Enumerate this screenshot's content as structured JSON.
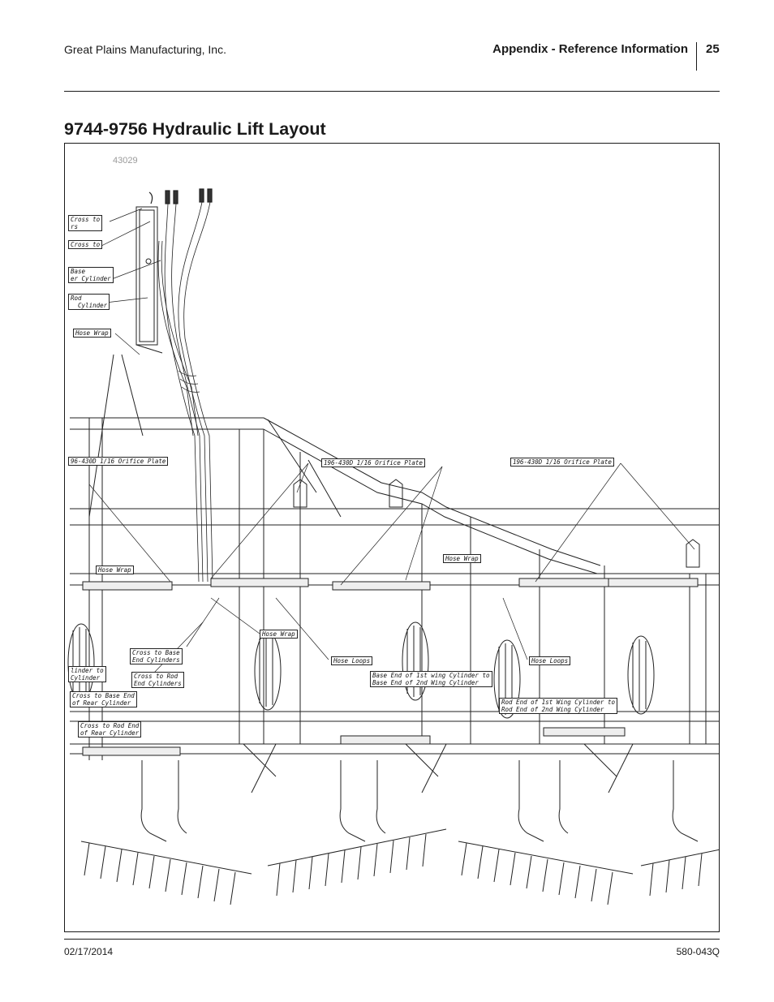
{
  "header": {
    "company": "Great Plains Manufacturing, Inc.",
    "section": "Appendix - Reference Information",
    "page_number": "25"
  },
  "title": "9744-9756 Hydraulic Lift Layout",
  "figure": {
    "figure_id": "43029",
    "callouts": {
      "c1": "Cross to\nrs",
      "c2": "Cross to",
      "c3": "Base\ner Cylinder",
      "c4": "Rod\n  Cylinder",
      "c5": "Hose Wrap",
      "c6": "96-430D 1/16 Orifice Plate",
      "c7": "196-430D 1/16 Orifice Plate",
      "c8": "196-430D 1/16 Orifice Plate",
      "c9": "Hose Wrap",
      "c10": "Hose Wrap",
      "c11": "Hose Wrap",
      "c12": "Cross to Base\nEnd Cylinders",
      "c13": "Cross to Rod\nEnd Cylinders",
      "c14": "linder to\nCylinder",
      "c15": "Cross to Base End\nof Rear Cylinder",
      "c16": "Cross to Rod End\nof Rear Cylinder",
      "c17": "Hose Loops",
      "c18": "Hose Loops",
      "c19": "Base End of 1st wing Cylinder to\nBase End of 2nd Wing Cylinder",
      "c20": "Rod End of 1st Wing Cylinder to\nRod End of 2nd Wing Cylinder"
    }
  },
  "footer": {
    "date": "02/17/2014",
    "doc_number": "580-043Q"
  }
}
